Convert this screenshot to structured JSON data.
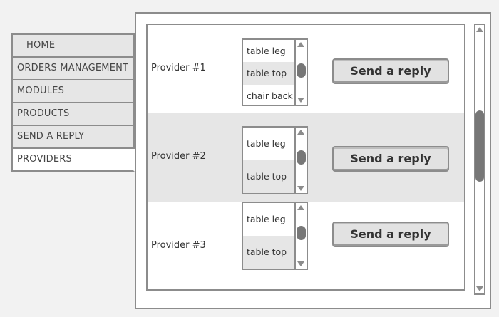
{
  "nav": {
    "items": [
      {
        "label": "HOME"
      },
      {
        "label": "ORDERS MANAGEMENT"
      },
      {
        "label": "MODULES"
      },
      {
        "label": "PRODUCTS"
      },
      {
        "label": "SEND A REPLY"
      },
      {
        "label": "PROVIDERS",
        "active": true
      }
    ]
  },
  "providers": [
    {
      "name": "Provider #1",
      "options": [
        "table leg",
        "table top",
        "chair back"
      ],
      "selected_index": 1,
      "button": "Send a reply"
    },
    {
      "name": "Provider #2",
      "options": [
        "table leg",
        "table top"
      ],
      "selected_index": 1,
      "button": "Send a reply"
    },
    {
      "name": "Provider #3",
      "options": [
        "table leg",
        "table top"
      ],
      "selected_index": 1,
      "button": "Send a reply"
    }
  ],
  "icons": {
    "scroll_up": "triangle-up-icon",
    "scroll_down": "triangle-down-icon"
  },
  "colors": {
    "border": "#8c8c8c",
    "alt_row": "#e6e6e6",
    "thumb": "#777777"
  }
}
